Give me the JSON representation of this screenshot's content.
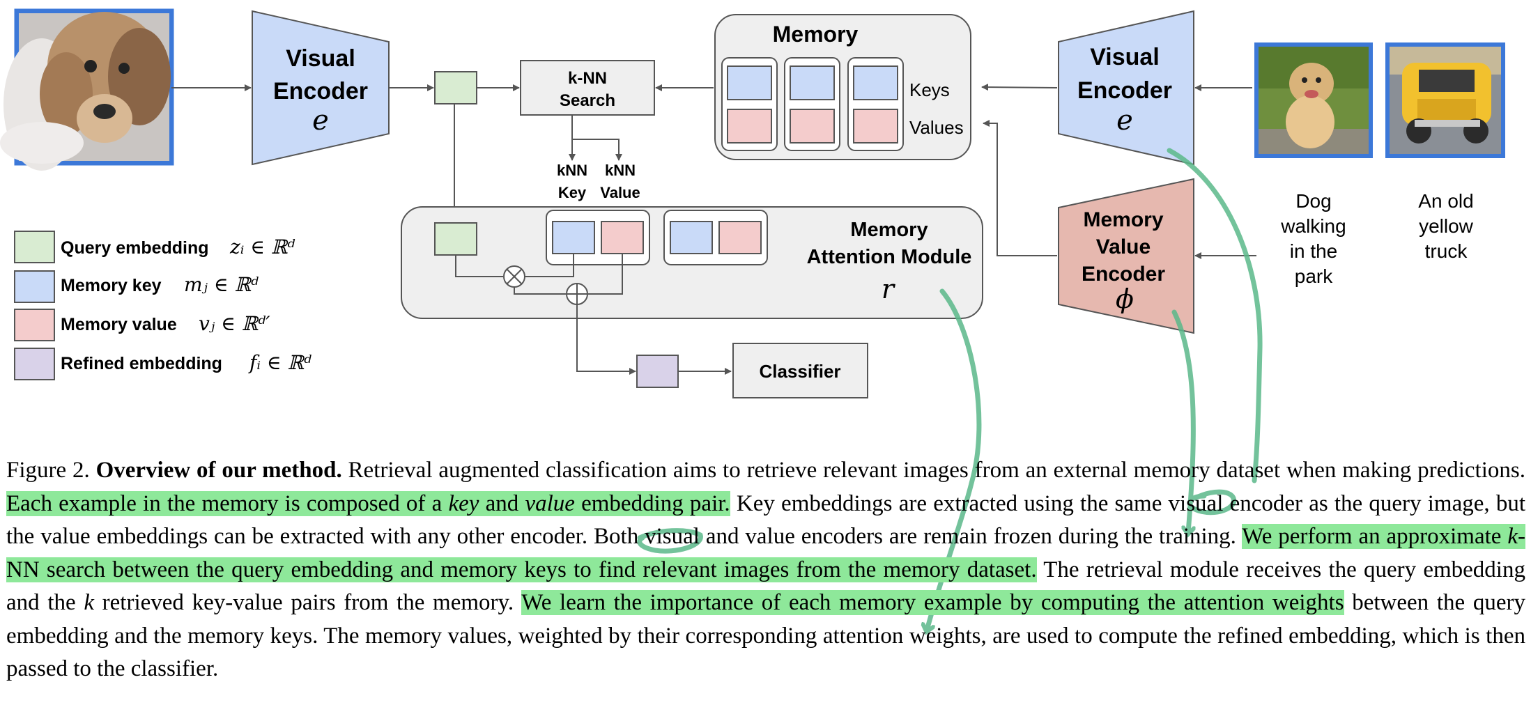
{
  "diagram": {
    "left_encoder": {
      "title_line1": "Visual",
      "title_line2": "Encoder",
      "symbol": "e"
    },
    "right_encoder": {
      "title_line1": "Visual",
      "title_line2": "Encoder",
      "symbol": "e"
    },
    "knn_search": {
      "line1": "k-NN",
      "line2": "Search"
    },
    "knn_key": {
      "line1": "kNN",
      "line2": "Key"
    },
    "knn_value": {
      "line1": "kNN",
      "line2": "Value"
    },
    "memory": {
      "title": "Memory",
      "keys_label": "Keys",
      "values_label": "Values"
    },
    "attention_module": {
      "line1": "Memory",
      "line2": "Attention Module",
      "symbol": "r"
    },
    "value_encoder": {
      "line1": "Memory",
      "line2": "Value",
      "line3": "Encoder",
      "symbol": "ϕ"
    },
    "classifier": "Classifier",
    "dog_caption": [
      "Dog",
      "walking",
      "in the",
      "park"
    ],
    "truck_caption": [
      "An old",
      "yellow",
      "truck"
    ],
    "legend": [
      {
        "label": "Query embedding",
        "math": "zᵢ ∈ ℝᵈ",
        "color": "#d9ecd2"
      },
      {
        "label": "Memory key",
        "math": "mⱼ ∈ ℝᵈ",
        "color": "#c9daf8"
      },
      {
        "label": "Memory value",
        "math": "vⱼ ∈ ℝᵈ′",
        "color": "#f4cccc"
      },
      {
        "label": "Refined embedding",
        "math": "fᵢ ∈ ℝᵈ",
        "color": "#d9d2e9"
      }
    ],
    "colors": {
      "encoder_fill": "#c9daf8",
      "value_encoder_fill": "#e6b8af",
      "box_fill": "#efefef",
      "frame_blue": "#3c78d8",
      "annotation_green": "#5bb88a"
    },
    "images": {
      "query": "dog-photo-icon",
      "memory_dog": "dog-walking-photo-icon",
      "memory_truck": "yellow-truck-photo-icon"
    }
  },
  "caption": {
    "prefix": "Figure 2. ",
    "bold": "Overview of our method.",
    "s1": " Retrieval augmented classification aims to retrieve relevant images from an external memory dataset when making predictions. ",
    "h1a": "Each example in the memory is composed of a ",
    "h1_key": "key",
    "h1b": " and ",
    "h1_value": "value",
    "h1c": " embedding pair.",
    "s2": " Key embeddings are extracted using the same visual encoder as the query image, but the value embeddings can be extracted with any other encoder. Both visual and value encoders are remain frozen during the training. ",
    "h2a": "We perform an approximate ",
    "h2_k": "k",
    "h2b": "-NN search between the query embedding and memory keys to find relevant images from the memory dataset.",
    "s3a": " The retrieval module receives the query embedding and the ",
    "s3_k": "k",
    "s3b": " retrieved key-value pairs from the memory. ",
    "h3": "We learn the importance of each memory example by computing the attention weights",
    "s4": " between the query embedding and the memory keys. The memory values, weighted by their corresponding attention weights, are used to compute the refined embedding, which is then passed to the classifier."
  }
}
